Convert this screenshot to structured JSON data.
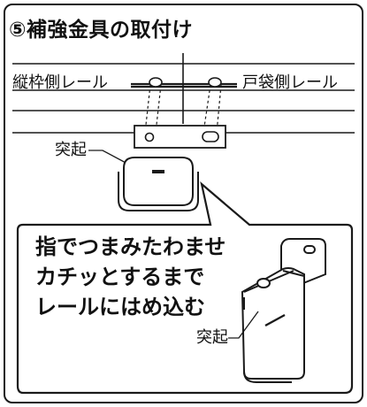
{
  "title": "⑤補強金具の取付け",
  "labels": {
    "left_rail": "縦枠側レール",
    "right_rail": "戸袋側レール",
    "protrusion_top": "突起",
    "protrusion_bottom": "突起"
  },
  "callout": {
    "lines": [
      "指でつまみたわませ",
      "カチッとするまで",
      "レールにはめ込む"
    ]
  }
}
